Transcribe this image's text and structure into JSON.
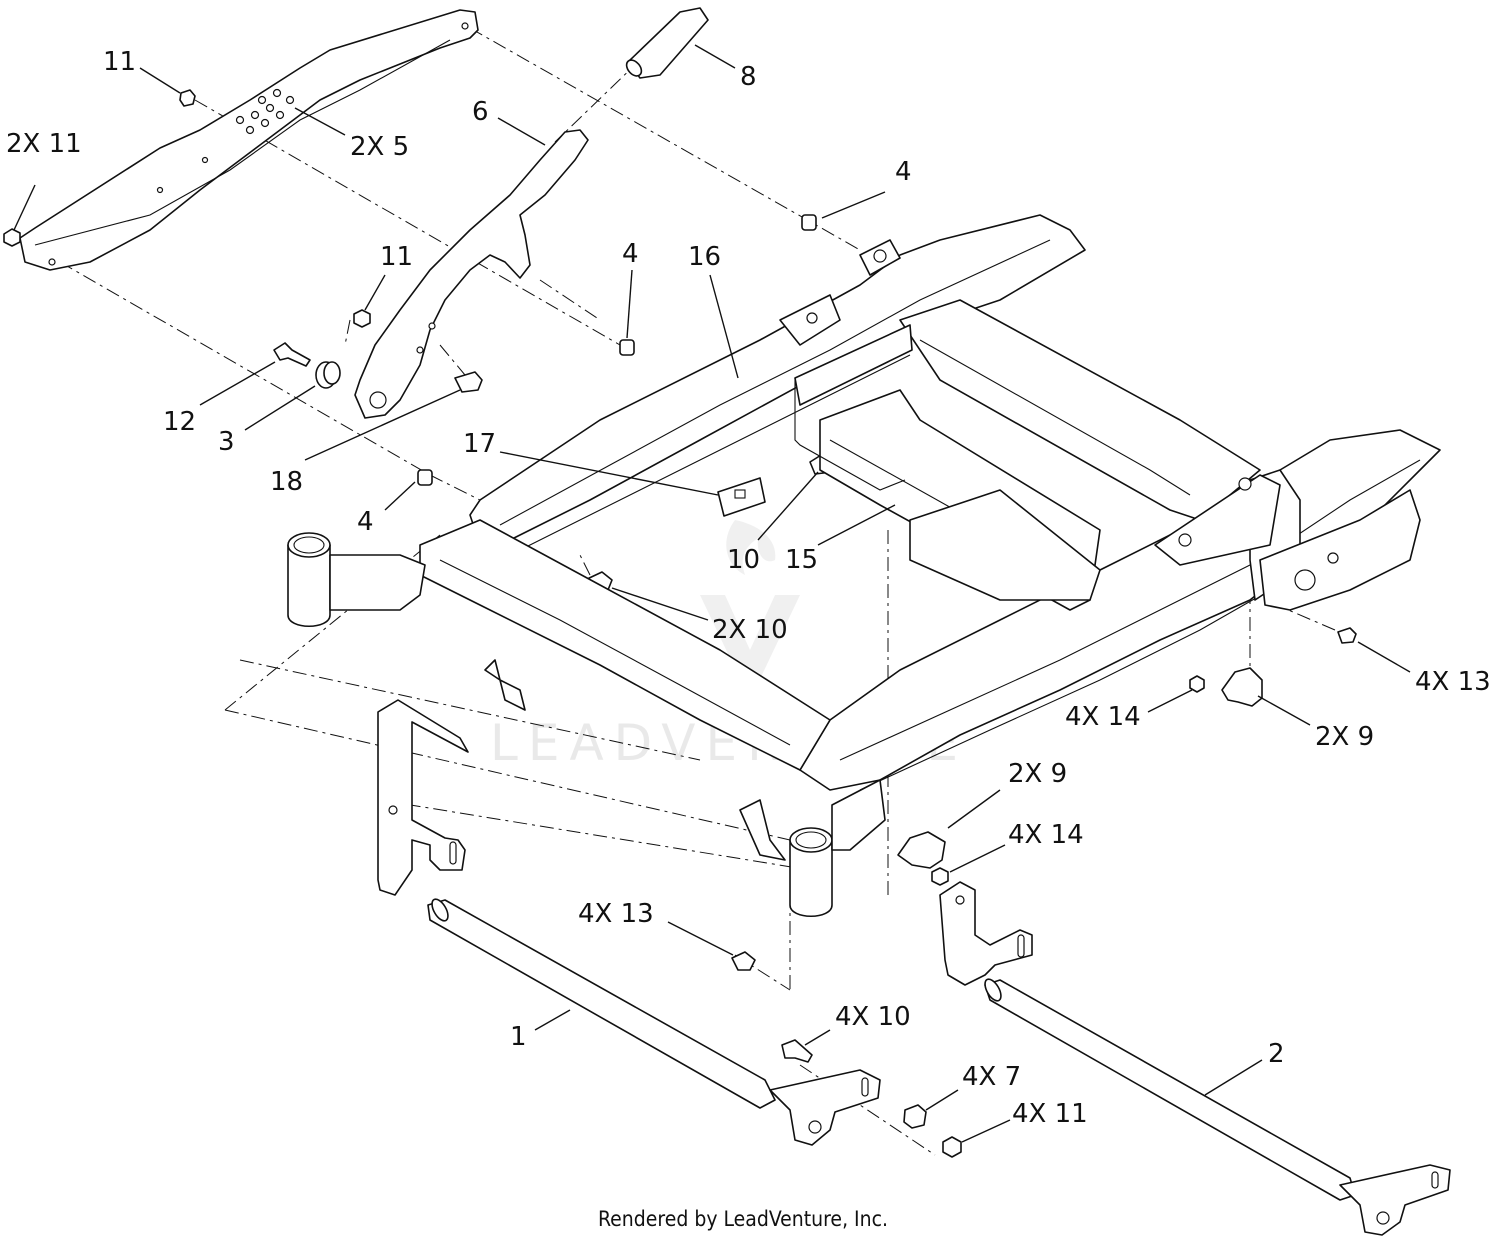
{
  "callouts": [
    {
      "id": "c-11-top",
      "text": "11"
    },
    {
      "id": "c-2x11",
      "text": "2X 11"
    },
    {
      "id": "c-2x5",
      "text": "2X 5"
    },
    {
      "id": "c-6",
      "text": "6"
    },
    {
      "id": "c-8",
      "text": "8"
    },
    {
      "id": "c-4-top",
      "text": "4"
    },
    {
      "id": "c-11-mid",
      "text": "11"
    },
    {
      "id": "c-4-mid",
      "text": "4"
    },
    {
      "id": "c-16",
      "text": "16"
    },
    {
      "id": "c-12",
      "text": "12"
    },
    {
      "id": "c-3",
      "text": "3"
    },
    {
      "id": "c-18",
      "text": "18"
    },
    {
      "id": "c-17",
      "text": "17"
    },
    {
      "id": "c-4-low",
      "text": "4"
    },
    {
      "id": "c-10",
      "text": "10"
    },
    {
      "id": "c-15",
      "text": "15"
    },
    {
      "id": "c-2x10",
      "text": "2X 10"
    },
    {
      "id": "c-4x13-right",
      "text": "4X 13"
    },
    {
      "id": "c-4x14-right",
      "text": "4X 14"
    },
    {
      "id": "c-2x9-right",
      "text": "2X 9"
    },
    {
      "id": "c-2x9-mid",
      "text": "2X 9"
    },
    {
      "id": "c-4x14-mid",
      "text": "4X 14"
    },
    {
      "id": "c-4x13-low",
      "text": "4X 13"
    },
    {
      "id": "c-4x10",
      "text": "4X 10"
    },
    {
      "id": "c-1",
      "text": "1"
    },
    {
      "id": "c-4x7",
      "text": "4X 7"
    },
    {
      "id": "c-4x11",
      "text": "4X 11"
    },
    {
      "id": "c-2",
      "text": "2"
    }
  ],
  "watermark": "LEADVENTURE",
  "footer": "Rendered by LeadVenture, Inc."
}
